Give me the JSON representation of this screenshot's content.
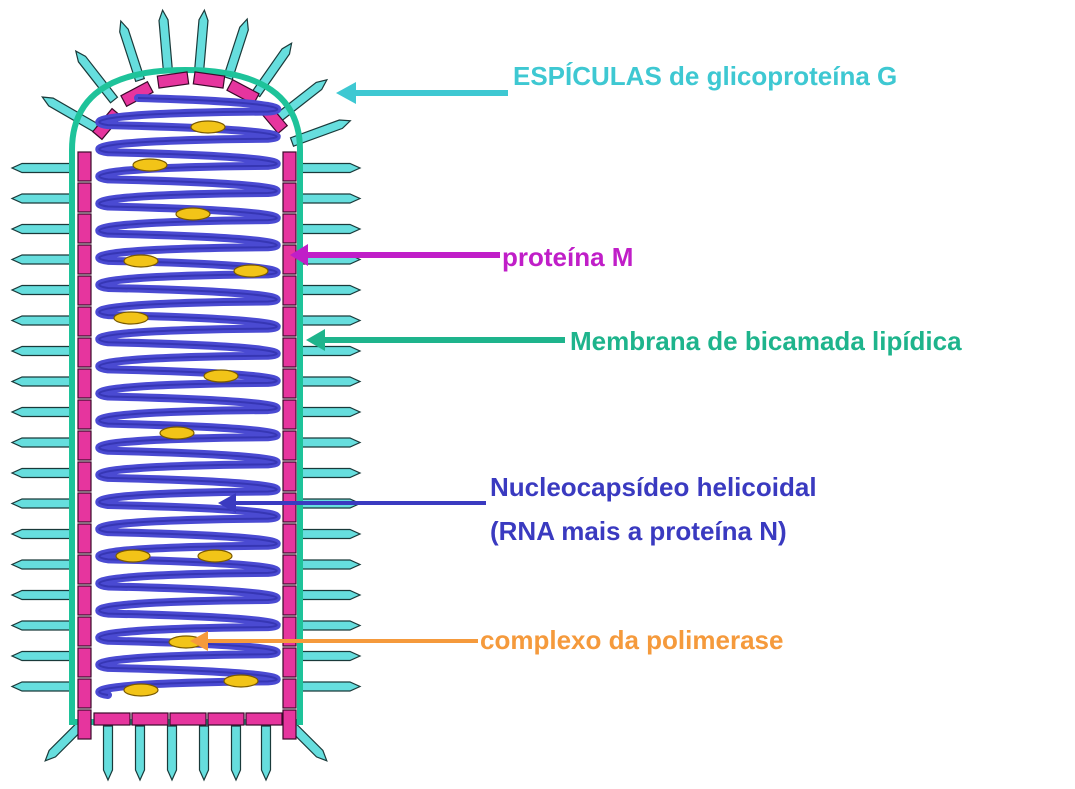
{
  "labels": {
    "spicules": "ESPÍCULAS de glicoproteína G",
    "protein_m": "proteína M",
    "membrane": "Membrana de bicamada lipídica",
    "nucleocapsid_line1": "Nucleocapsídeo helicoidal",
    "nucleocapsid_line2": "(RNA mais a proteína N)",
    "polymerase": "complexo da polimerase"
  },
  "colors": {
    "spicule": "#66dede",
    "spicule_outline": "#1a3a3a",
    "membrane": "#1ec39a",
    "protein_m": "#e6359e",
    "protein_m_outline": "#3a0a2a",
    "nucleocapsid": "#4a4ad2",
    "nucleocapsid_dark": "#2a2aa0",
    "polymerase": "#f2c418",
    "label_spicules": "#3ec8d2",
    "label_protein_m": "#c01ec8",
    "label_membrane": "#1eb48c",
    "label_nucleocapsid": "#3a3ac0",
    "label_polymerase": "#f59a3c"
  }
}
